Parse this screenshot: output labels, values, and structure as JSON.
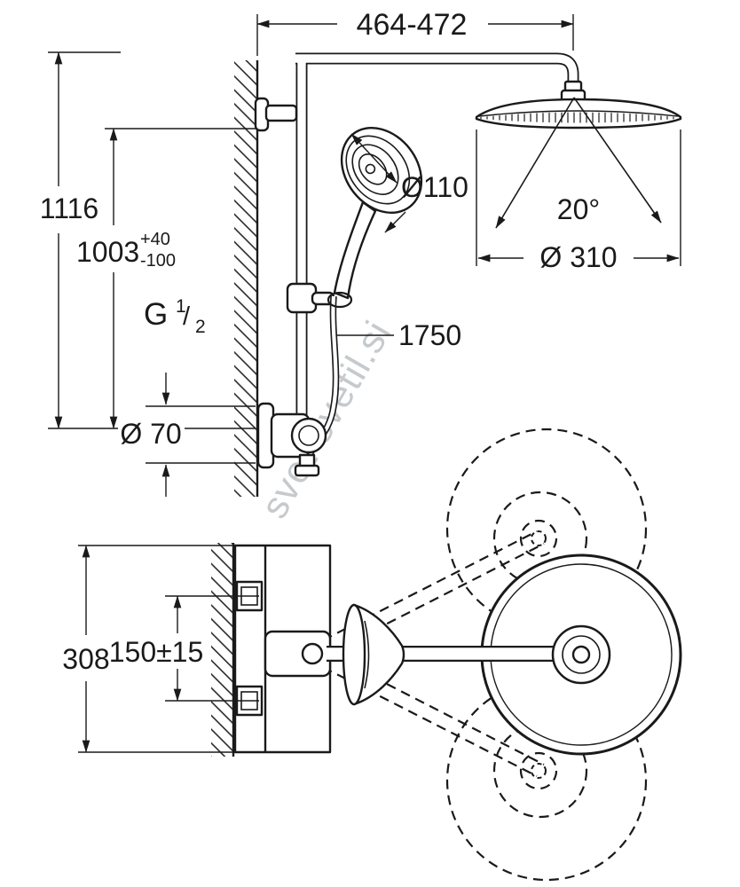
{
  "watermark": "svet-svetil.si",
  "colors": {
    "line": "#1a1a1a",
    "watermark": "#c6cacd",
    "background": "#ffffff"
  },
  "dimensions": {
    "top_width": "464-472",
    "overall_height": "1116",
    "rail_height": {
      "base": "1003",
      "tol_plus": "+40",
      "tol_minus": "-100"
    },
    "thread": {
      "g": "G",
      "numerator": "1",
      "slash": "/",
      "denominator": "2"
    },
    "escutcheon_diameter": "Ø 70",
    "handshower_diameter": "Ø110",
    "headshower_tilt_angle": "20°",
    "headshower_diameter": "Ø 310",
    "hose_length": "1750",
    "plan_height": "308",
    "connection_spacing": "150±15"
  }
}
